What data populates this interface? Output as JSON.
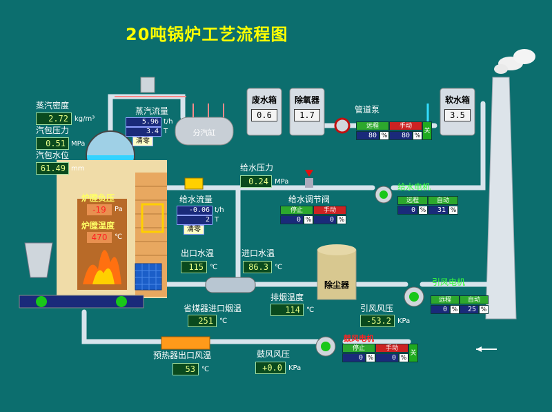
{
  "title": "20吨锅炉工艺流程图",
  "colors": {
    "background": "#0c6e6e",
    "title": "#ffff00",
    "pipe": "#d8e4ec",
    "value_bg": "#0a4a1e",
    "value_fg": "#e8ff88"
  },
  "readouts": {
    "steam_density": {
      "label": "蒸汽密度",
      "value": "2.72",
      "unit": "kg/m³"
    },
    "drum_pressure": {
      "label": "汽包压力",
      "value": "0.51",
      "unit": "MPa"
    },
    "drum_level": {
      "label": "汽包水位",
      "value": "61.49",
      "unit": "mm"
    },
    "steam_flow": {
      "label": "蒸汽流量",
      "value1": "5.96",
      "unit1": "t/h",
      "value2": "3.4",
      "unit2": "T",
      "reset": "清零"
    },
    "feed_flow": {
      "label": "给水流量",
      "value1": "-0.06",
      "unit1": "t/h",
      "value2": "2",
      "unit2": "T",
      "reset": "清零"
    },
    "feed_pressure": {
      "label": "给水压力",
      "value": "0.24",
      "unit": "MPa"
    },
    "furnace_pressure": {
      "label": "炉膛负压",
      "value": "-19",
      "unit": "Pa"
    },
    "furnace_temp": {
      "label": "炉膛温度",
      "value": "470",
      "unit": "℃"
    },
    "outlet_water_temp": {
      "label": "出口水温",
      "value": "115",
      "unit": "℃"
    },
    "inlet_water_temp": {
      "label": "进口水温",
      "value": "86.3",
      "unit": "℃"
    },
    "economizer_flue_temp": {
      "label": "省煤器进口烟温",
      "value": "251",
      "unit": "℃"
    },
    "exhaust_temp": {
      "label": "排烟温度",
      "value": "114",
      "unit": "℃"
    },
    "induced_pressure": {
      "label": "引风风压",
      "value": "-53.2",
      "unit": "KPa"
    },
    "preheater_air_temp": {
      "label": "预热器出口风温",
      "value": "53",
      "unit": "℃"
    },
    "blower_pressure": {
      "label": "鼓风风压",
      "value": "+0.0",
      "unit": "KPa"
    }
  },
  "equipment": {
    "deaerator_tank": {
      "label": "废水箱",
      "value": "0.6"
    },
    "oxygen_tank": {
      "label": "除氧器",
      "value": "1.7"
    },
    "soft_tank": {
      "label": "软水箱",
      "value": "3.5"
    },
    "header": {
      "label": "分汽缸"
    },
    "dust": {
      "label": "除尘器"
    },
    "pipe_pump": {
      "label": "管道泵"
    },
    "feed_motor": {
      "label": "给水电机"
    },
    "feed_valve": {
      "label": "给水调节阀"
    },
    "induced_motor": {
      "label": "引风电机"
    },
    "blower_motor": {
      "label": "鼓风电机"
    }
  },
  "panels": {
    "pipe_pump": {
      "c1": "远程",
      "c2": "手动",
      "v1": "80",
      "u1": "%",
      "v2": "80",
      "u2": "%",
      "last": "关"
    },
    "feed_motor": {
      "c1": "远程",
      "c2": "自动",
      "v1": "0",
      "u1": "%",
      "v2": "31",
      "u2": "%"
    },
    "feed_valve": {
      "c1": "停止",
      "c2": "手动",
      "v1": "0",
      "u1": "%",
      "v2": "0",
      "u2": "%"
    },
    "induced_motor": {
      "c1": "远程",
      "c2": "自动",
      "v1": "0",
      "u1": "%",
      "v2": "25",
      "u2": "%"
    },
    "blower_motor": {
      "c1": "停止",
      "c2": "手动",
      "v1": "0",
      "u1": "%",
      "v2": "0",
      "u2": "%",
      "last": "关"
    }
  }
}
